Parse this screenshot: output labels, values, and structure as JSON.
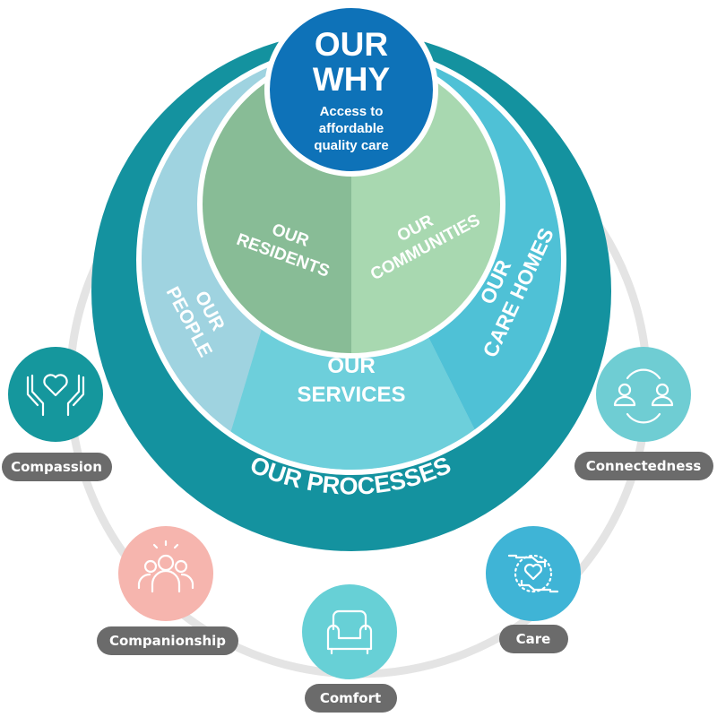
{
  "core": {
    "title_line1": "OUR",
    "title_line2": "WHY",
    "subtitle_line1": "Access to",
    "subtitle_line2": "affordable",
    "subtitle_line3": "quality care"
  },
  "inner_ring": {
    "residents": [
      "OUR",
      "RESIDENTS"
    ],
    "communities": [
      "OUR",
      "COMMUNITIES"
    ]
  },
  "middle_ring": {
    "people": [
      "OUR",
      "PEOPLE"
    ],
    "services": [
      "OUR",
      "SERVICES"
    ],
    "care_homes": [
      "OUR",
      "CARE HOMES"
    ]
  },
  "outer_ring": {
    "processes": "OUR PROCESSES"
  },
  "values": [
    {
      "label": "Compassion",
      "icon": "heart-hands-icon"
    },
    {
      "label": "Companionship",
      "icon": "group-people-icon"
    },
    {
      "label": "Comfort",
      "icon": "armchair-icon"
    },
    {
      "label": "Care",
      "icon": "caring-hands-icon"
    },
    {
      "label": "Connectedness",
      "icon": "connected-people-icon"
    }
  ],
  "colors": {
    "processes": "#14929f",
    "middle_light": "#9fd3e0",
    "services": "#6dcfdb",
    "care_homes": "#4fc1d6",
    "residents": "#88bc96",
    "communities": "#a8d8b0",
    "core": "#0e72b8",
    "pill": "#6b6b6b",
    "ring_line": "#e4e4e4",
    "compassion": "#15979d",
    "companionship": "#f6b5ae",
    "comfort": "#67d0d6",
    "care": "#3fb4d6",
    "connectedness": "#6fcdd3"
  }
}
